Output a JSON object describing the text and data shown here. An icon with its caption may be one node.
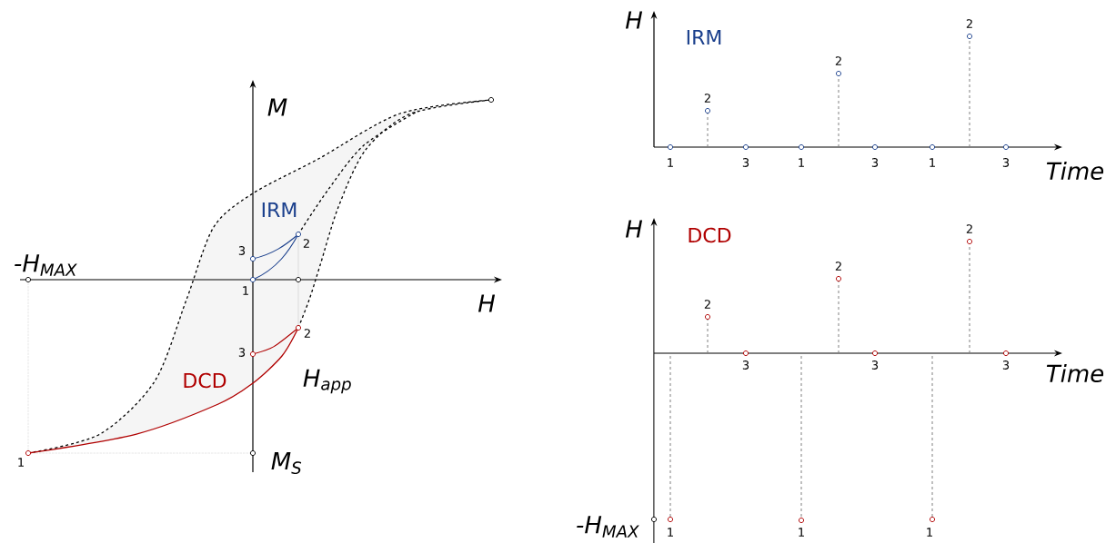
{
  "diagram": {
    "labels": [
      "M",
      "IRM",
      "3",
      "2",
      "-H$_{MAX}$",
      "1",
      "H",
      "3",
      "2",
      "DCD",
      "H$_{app}$",
      "1",
      "M$_{S}$",
      "H",
      "IRM",
      "2",
      "2",
      "2",
      "1",
      "3",
      "1",
      "3",
      "1",
      "3",
      "Time",
      "H",
      "DCD",
      "2",
      "2",
      "2",
      "3",
      "3",
      "3",
      "Time",
      "-H$_{MAX}$",
      "1",
      "1",
      "1"
    ]
  }
}
